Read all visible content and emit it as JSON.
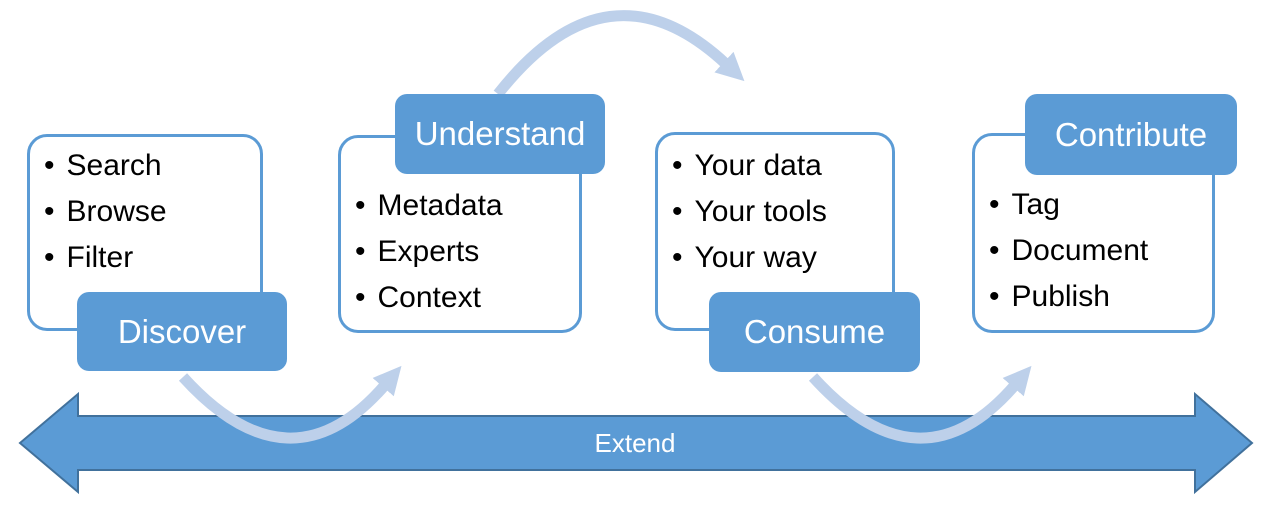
{
  "diagram": {
    "title_implied": "",
    "bullet_char": "•",
    "stages": [
      {
        "label": "Discover",
        "label_position": "bottom",
        "items": [
          "Search",
          "Browse",
          "Filter"
        ]
      },
      {
        "label": "Understand",
        "label_position": "top",
        "items": [
          "Metadata",
          "Experts",
          "Context"
        ]
      },
      {
        "label": "Consume",
        "label_position": "bottom",
        "items": [
          "Your data",
          "Your tools",
          "Your way"
        ]
      },
      {
        "label": "Contribute",
        "label_position": "top",
        "items": [
          "Tag",
          "Document",
          "Publish"
        ]
      }
    ],
    "arcs": [
      {
        "name": "discover-to-understand",
        "direction": "up-right"
      },
      {
        "name": "understand-to-consume",
        "direction": "over-top"
      },
      {
        "name": "consume-to-contribute",
        "direction": "up-right"
      }
    ],
    "extend": {
      "label": "Extend"
    },
    "colors": {
      "accent_blue": "#5B9BD5",
      "extend_arrow_border": "#41719C",
      "arc_light_blue": "#BDD0EA",
      "label_text": "#FFFFFF",
      "list_text": "#000000",
      "background": "#FFFFFF"
    }
  }
}
